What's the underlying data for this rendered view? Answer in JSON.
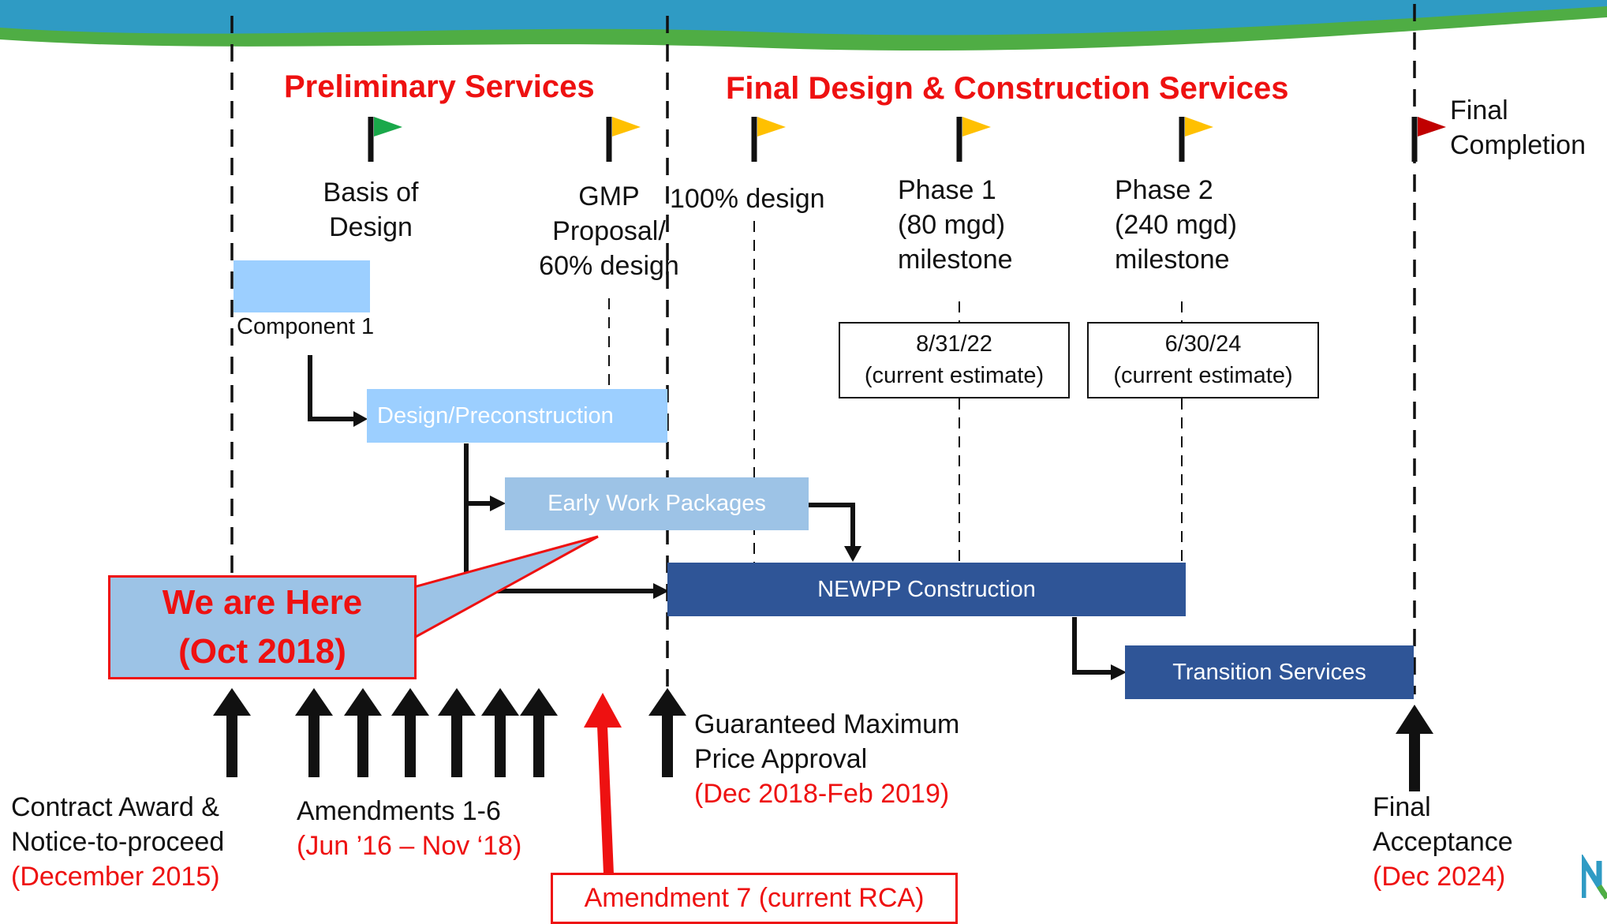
{
  "colors": {
    "header_red": "#ee1111",
    "light_blue": "#9ccfff",
    "mid_blue": "#9dc3e6",
    "dark_blue": "#2f5597",
    "flag_green": "#1aa84a",
    "flag_yellow": "#ffc000",
    "flag_red": "#c00000",
    "wave_blue": "#2f9bc4",
    "wave_green": "#4fad44"
  },
  "headers": {
    "preliminary": "Preliminary Services",
    "final": "Final Design & Construction Services"
  },
  "milestones": [
    {
      "label": "Basis of\nDesign",
      "flag": "green"
    },
    {
      "label": "GMP\nProposal/\n60% design",
      "flag": "yellow"
    },
    {
      "label": "100% design",
      "flag": "yellow"
    },
    {
      "label": "Phase 1\n(80 mgd)\nmilestone",
      "flag": "yellow"
    },
    {
      "label": "Phase 2\n(240 mgd)\nmilestone",
      "flag": "yellow"
    },
    {
      "label": "Final\nCompletion",
      "flag": "red"
    }
  ],
  "estimates": [
    {
      "text": "8/31/22\n(current estimate)"
    },
    {
      "text": "6/30/24\n(current estimate)"
    }
  ],
  "tasks": {
    "component1": "Component 1",
    "design": "Design/Preconstruction",
    "early": "Early Work Packages",
    "construction": "NEWPP Construction",
    "transition": "Transition Services"
  },
  "callout": {
    "line1": "We are Here",
    "line2": "(Oct 2018)"
  },
  "events": {
    "contract": {
      "label": "Contract Award &\nNotice-to-proceed",
      "date": "(December 2015)"
    },
    "amendments": {
      "label": "Amendments 1-6",
      "date": "(Jun ’16 – Nov ‘18)"
    },
    "gmp": {
      "label": "Guaranteed Maximum\nPrice Approval",
      "date": "(Dec 2018-Feb 2019)"
    },
    "final": {
      "label": "Final\nAcceptance",
      "date": "(Dec 2024)"
    }
  },
  "amendment7": "Amendment 7 (current RCA)"
}
